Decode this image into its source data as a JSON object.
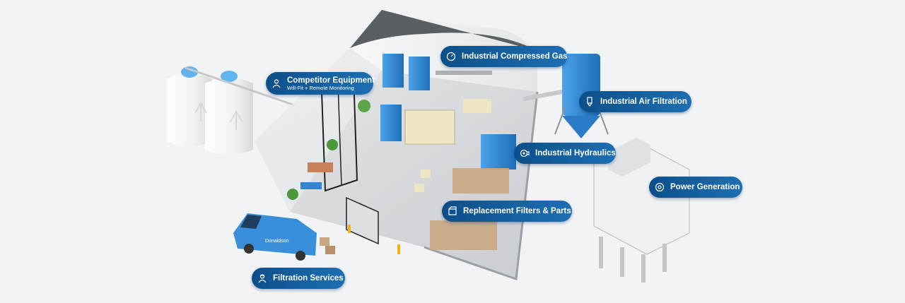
{
  "hotspots": {
    "competitor": {
      "title": "Competitor Equipment",
      "subtitle": "Will-Fit + Remote Monitoring",
      "icon": "engineer-icon"
    },
    "compressed_gas": {
      "title": "Industrial Compressed Gas",
      "icon": "gauge-icon"
    },
    "air_filtration": {
      "title": "Industrial Air Filtration",
      "icon": "dust-collector-icon"
    },
    "hydraulics": {
      "title": "Industrial Hydraulics",
      "icon": "pump-icon"
    },
    "power_generation": {
      "title": "Power Generation",
      "icon": "turbine-icon"
    },
    "replacement": {
      "title": "Replacement Filters & Parts",
      "icon": "box-icon"
    },
    "filtration_services": {
      "title": "Filtration Services",
      "icon": "technician-icon"
    }
  },
  "van": {
    "brand": "Donaldson"
  },
  "colors": {
    "pill_dark": "#0b4f8a",
    "pill_light": "#1d6fb3",
    "equipment_blue": "#2f86d4",
    "background": "#f2f3f4"
  }
}
